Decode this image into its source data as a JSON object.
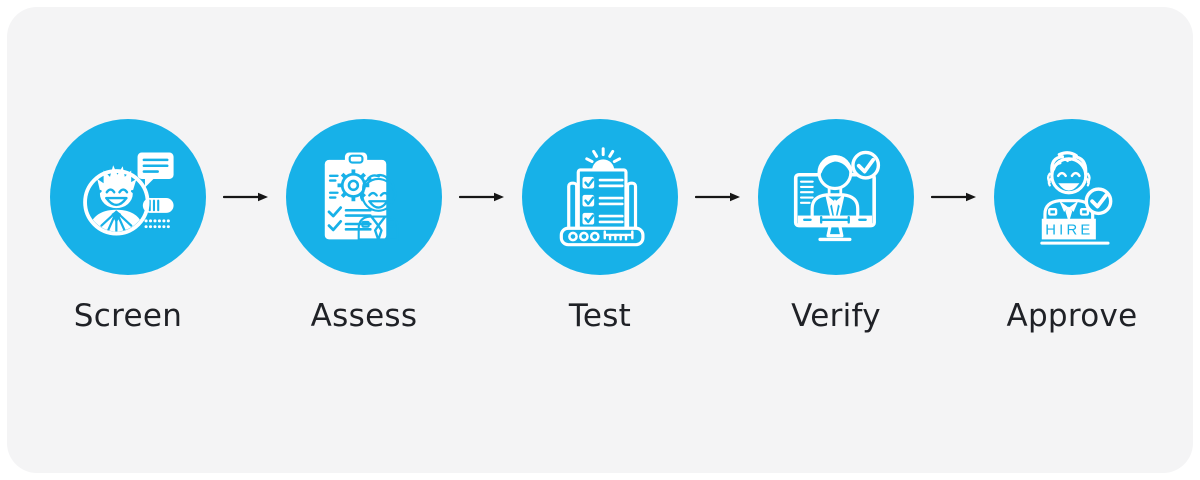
{
  "page": {
    "background": "#ffffff",
    "card_background": "#f4f4f5"
  },
  "colors": {
    "accent": "#17b1e8",
    "icon_line": "#ffffff",
    "arrow": "#161616",
    "label_text": "#1f2126"
  },
  "flow": {
    "direction": "left-to-right",
    "connector_icon": "arrow-right-icon",
    "steps": [
      {
        "label": "Screen",
        "icon": "candidate-search-magnifier-icon"
      },
      {
        "label": "Assess",
        "icon": "clipboard-gear-checklist-candidate-icon"
      },
      {
        "label": "Test",
        "icon": "testing-machine-checklist-icon"
      },
      {
        "label": "Verify",
        "icon": "candidate-on-monitor-verified-icon"
      },
      {
        "label": "Approve",
        "icon": "hired-candidate-check-icon",
        "badge_text": "HIRE"
      }
    ]
  }
}
